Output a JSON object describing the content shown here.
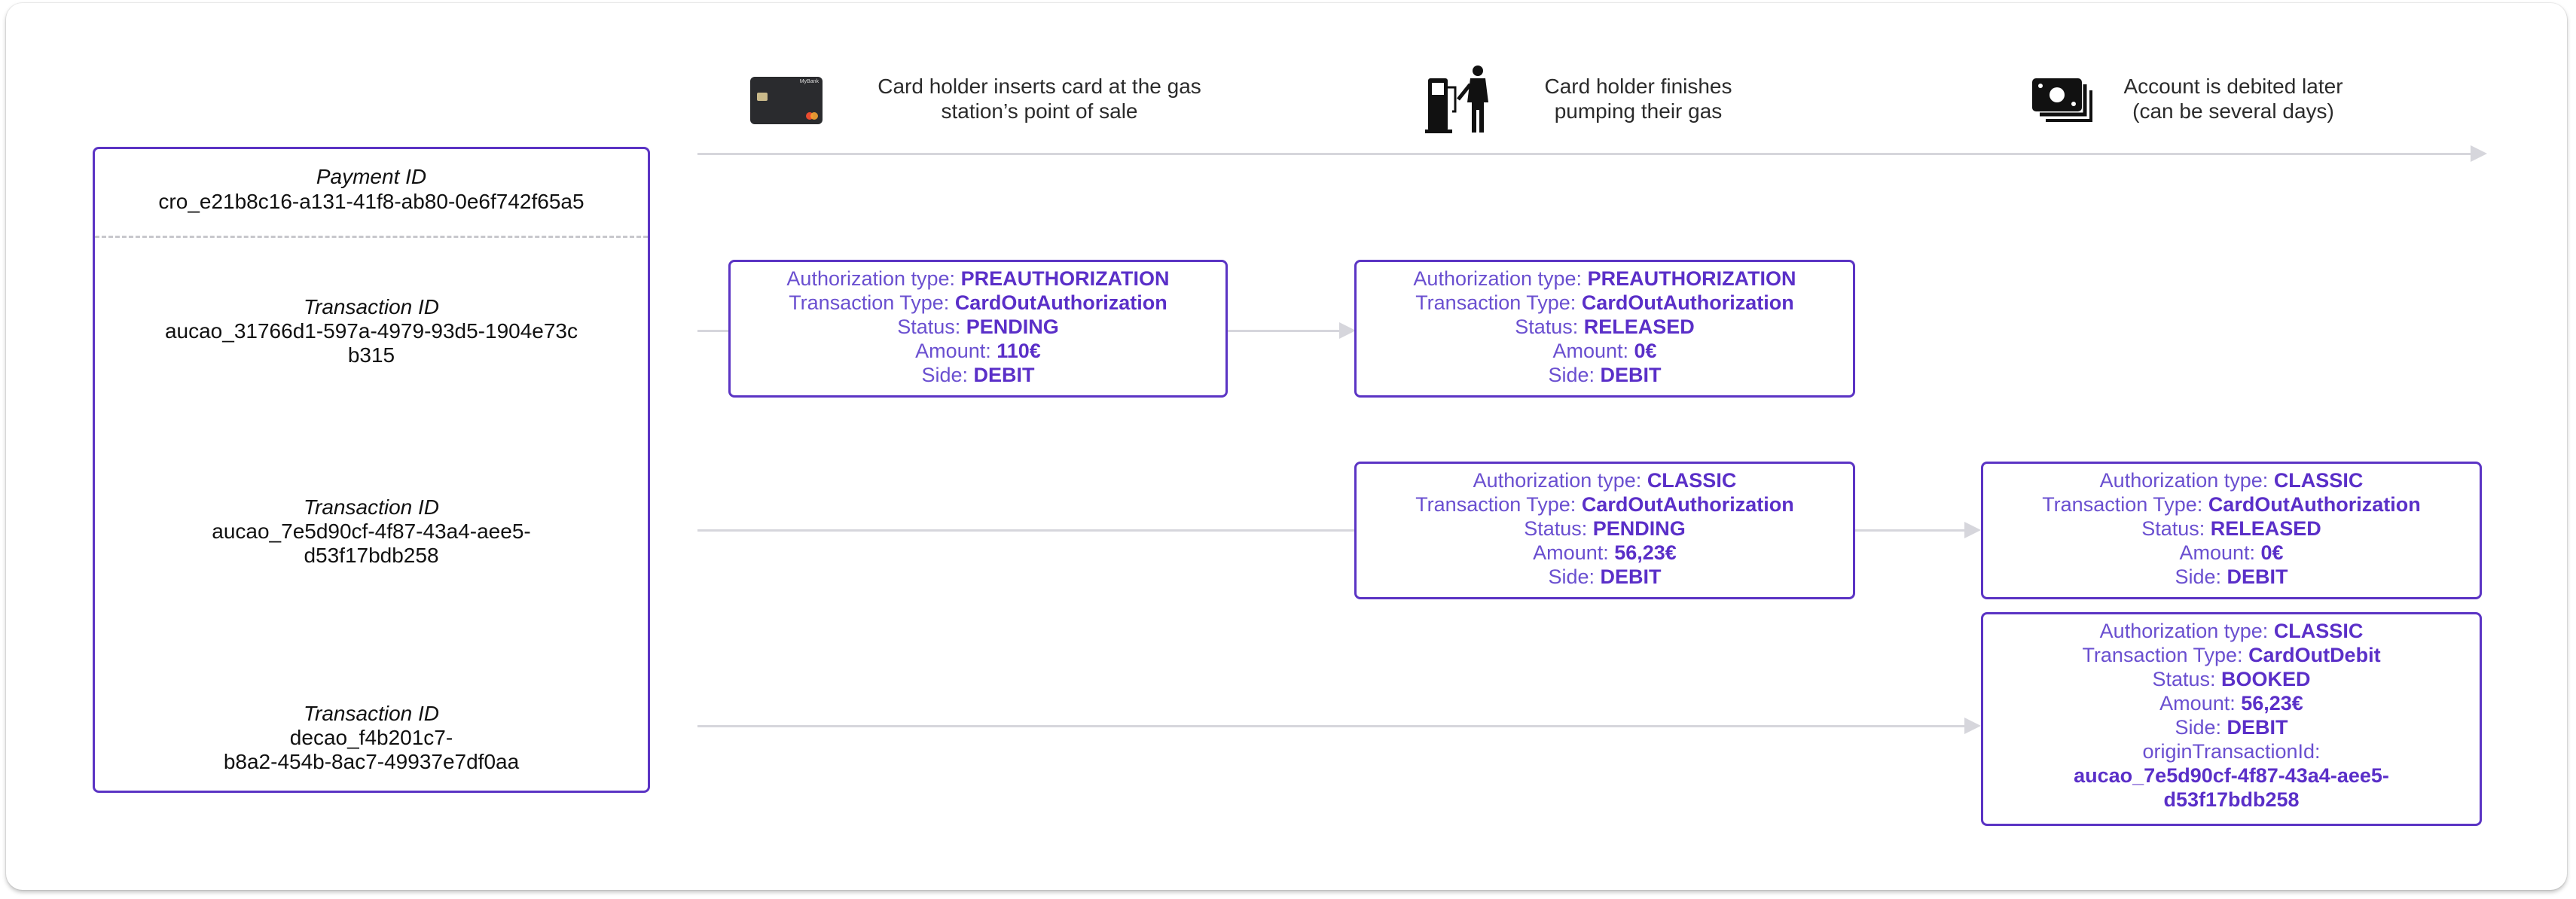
{
  "steps": [
    {
      "icon": "credit-card-icon",
      "text": "Card holder inserts card at the gas station’s point of sale",
      "line1": "Card holder inserts card at the gas",
      "line2": "station’s point of sale",
      "card_brand": "MyBank"
    },
    {
      "icon": "gas-pump-icon",
      "text": "Card holder finishes pumping their gas",
      "line1": "Card holder finishes",
      "line2": "pumping their gas"
    },
    {
      "icon": "money-icon",
      "text": "Account is debited later (can be several days)",
      "line1": "Account is debited later",
      "line2": "(can be several days)"
    }
  ],
  "ids": {
    "payment": {
      "label": "Payment ID",
      "value": "cro_e21b8c16-a131-41f8-ab80-0e6f742f65a5"
    },
    "transactions": [
      {
        "label": "Transaction ID",
        "line1": "aucao_31766d1-597a-4979-93d5-1904e73c",
        "line2": "b315"
      },
      {
        "label": "Transaction ID",
        "line1": "aucao_7e5d90cf-4f87-43a4-aee5-",
        "line2": "d53f17bdb258"
      },
      {
        "label": "Transaction ID",
        "line1": "decao_f4b201c7-",
        "line2": "b8a2-454b-8ac7-49937e7df0aa"
      }
    ]
  },
  "labels": {
    "auth_type": "Authorization type: ",
    "tx_type": "Transaction Type: ",
    "status": "Status: ",
    "amount": "Amount: ",
    "side": "Side: ",
    "origin": "originTransactionId:"
  },
  "boxes": {
    "r1s1": {
      "auth_type": "PREAUTHORIZATION",
      "tx_type": "CardOutAuthorization",
      "status": "PENDING",
      "amount": "110€",
      "side": "DEBIT"
    },
    "r1s2": {
      "auth_type": "PREAUTHORIZATION",
      "tx_type": "CardOutAuthorization",
      "status": "RELEASED",
      "amount": "0€",
      "side": "DEBIT"
    },
    "r2s2": {
      "auth_type": "CLASSIC",
      "tx_type": "CardOutAuthorization",
      "status": "PENDING",
      "amount": "56,23€",
      "side": "DEBIT"
    },
    "r2s3": {
      "auth_type": "CLASSIC",
      "tx_type": "CardOutAuthorization",
      "status": "RELEASED",
      "amount": "0€",
      "side": "DEBIT"
    },
    "r3s3": {
      "auth_type": "CLASSIC",
      "tx_type": "CardOutDebit",
      "status": "BOOKED",
      "amount": "56,23€",
      "side": "DEBIT",
      "origin_line1": "aucao_7e5d90cf-4f87-43a4-aee5-",
      "origin_line2": "d53f17bdb258"
    }
  },
  "colors": {
    "accent": "#5b34c4",
    "text_accent": "#6a4fd0",
    "line": "#d6d6dc"
  }
}
